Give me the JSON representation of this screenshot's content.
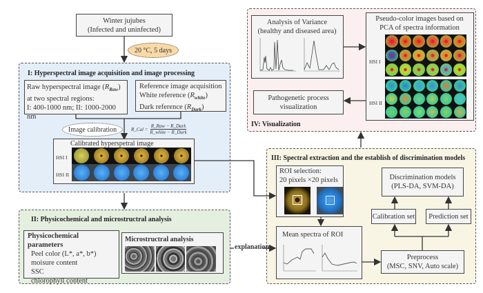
{
  "start": {
    "line1": "Winter jujubes",
    "line2": "(Infected and uninfected)"
  },
  "condition": "20 °C, 5 days",
  "section1": {
    "title": "I: Hyperspectral image acquisition and image processing",
    "raw": {
      "line1": "Raw hyperspectral image (",
      "sym": "R",
      "sub": "Raw",
      "line1_end": ")",
      "line2": "at two spectral regions:",
      "line3": "I: 400-1000 nm; II: 1000-2000 nm"
    },
    "reference": {
      "line1": "Reference image acquisition",
      "line2": "White reference (",
      "white_sub": "white",
      "line3": "Dark reference (",
      "dark_sub": "Dark",
      "sym": "R",
      "close": ")"
    },
    "calibration": "Image calibration",
    "formula": {
      "lhs": "R_Cal =",
      "num": "R_Raw − R_Dark",
      "den": "R_white − R_Dark"
    },
    "calibrated": {
      "title": "Calibrated hyperspetral image",
      "row1": "HSI I",
      "row2": "HSI II"
    }
  },
  "section2": {
    "title": "II: Physicochemical and microstructral analysis",
    "params": {
      "title": "Physicochemical parameters",
      "items": [
        "Peel color (L*, a*, b*)",
        "moisure content",
        "SSC",
        "chlorophyll content"
      ]
    },
    "micro": {
      "title": "Microstructral analysis"
    }
  },
  "explanation": "explanation",
  "section3": {
    "title": "III: Spectral extraction and the establish of discrimination models",
    "roi": {
      "line1": "ROI selection:",
      "line2": "20 pixels ×20 pixels"
    },
    "mean": "Mean spectra of ROI",
    "preprocess": {
      "line1": "Preprocess",
      "line2": "(MSC, SNV, Auto scale)"
    },
    "calibration_set": "Calibration set",
    "prediction_set": "Prediction set",
    "models": {
      "line1": "Discrimination models",
      "line2": "(PLS-DA, SVM-DA)"
    }
  },
  "section4": {
    "title": "IV: Visualization",
    "anova": {
      "line1": "Analysis of Variance",
      "line2": "(healthy and diseased area)"
    },
    "pca": {
      "line1": "Pseudo-color images based on",
      "line2": "PCA of spectra information",
      "row1": "HSI I",
      "row2": "HSI II"
    },
    "patho": {
      "line1": "Pathogenetic process",
      "line2": "visualization"
    }
  },
  "colors": {
    "sec1_bg": "#e4eef9",
    "sec2_bg": "#e5efdf",
    "sec3_bg": "#f8f5e4",
    "sec4_bg": "#fbefef",
    "ellipse": "#f9d9a6"
  }
}
